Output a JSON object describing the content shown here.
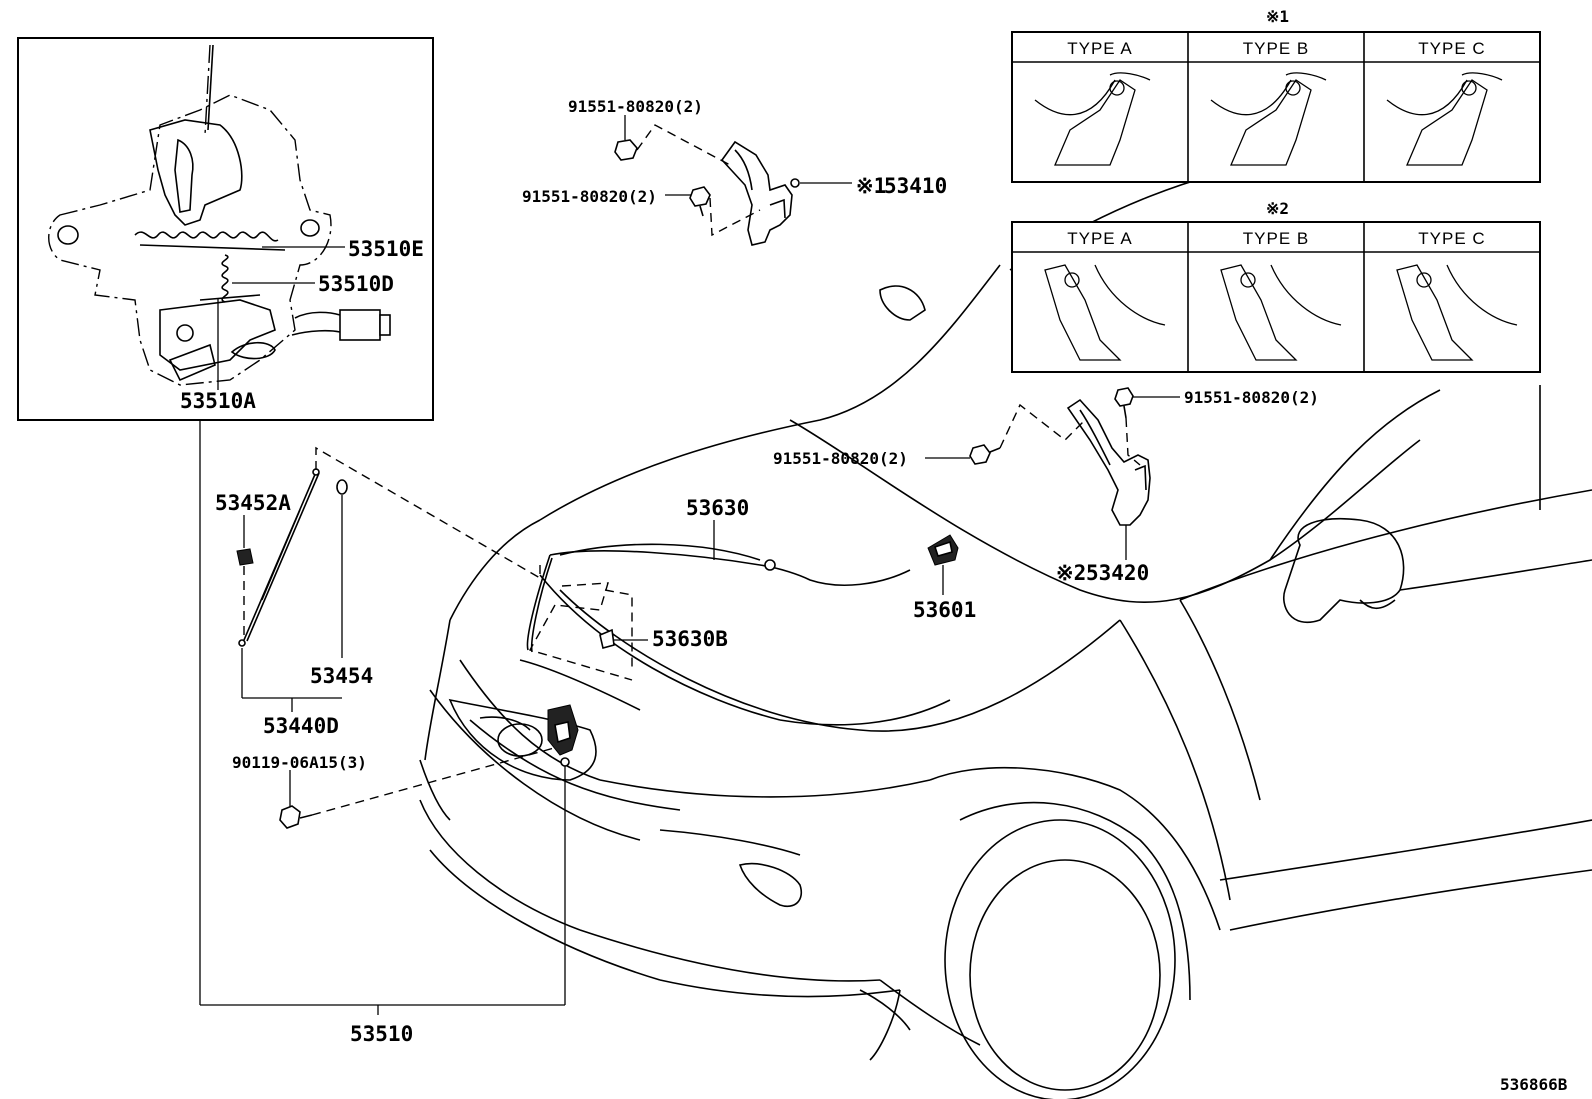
{
  "labels": {
    "p_53510E": "53510E",
    "p_53510D": "53510D",
    "p_53510A": "53510A",
    "p_53452A": "53452A",
    "p_53454": "53454",
    "p_53440D": "53440D",
    "p_90119": "90119-06A15(3)",
    "p_53510": "53510",
    "p_91551_a": "91551-80820(2)",
    "p_91551_b": "91551-80820(2)",
    "p_53410": "53410",
    "p_53630": "53630",
    "p_53630B": "53630B",
    "p_53601": "53601",
    "p_91551_c": "91551-80820(2)",
    "p_91551_d": "91551-80820(2)",
    "p_53420": "53420",
    "ref_1": "※1",
    "ref_2": "※2",
    "diagram_code": "536866B"
  },
  "variant_tables": [
    {
      "marker": "※1",
      "types": [
        "TYPE A",
        "TYPE B",
        "TYPE C"
      ]
    },
    {
      "marker": "※2",
      "types": [
        "TYPE A",
        "TYPE B",
        "TYPE C"
      ]
    }
  ]
}
